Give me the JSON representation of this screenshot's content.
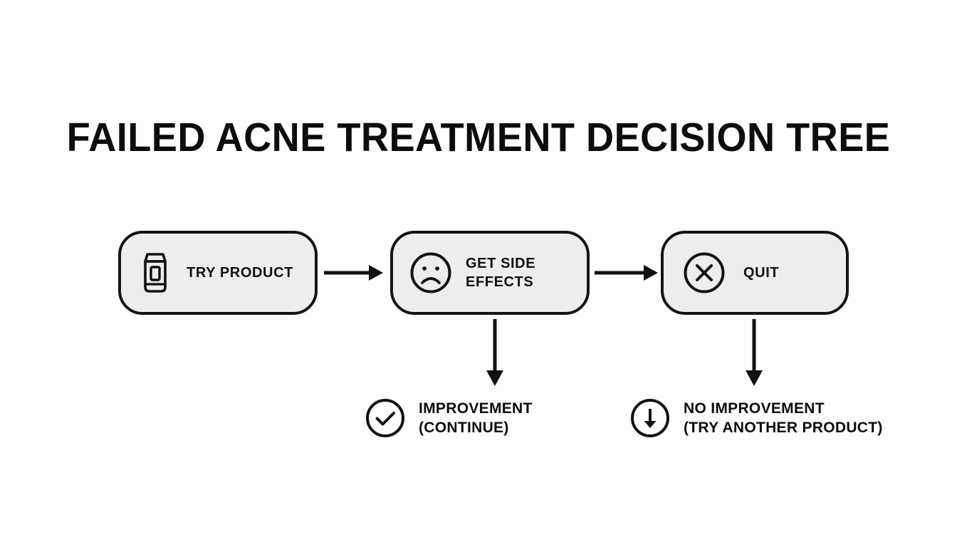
{
  "page": {
    "background_color": "#fdfdfd",
    "ink_color": "#111111",
    "box_fill_color": "#eceded",
    "box_border_color": "#141414"
  },
  "title": "FAILED ACNE TREATMENT DECISION TREE",
  "flow": {
    "nodes": [
      {
        "id": "try-product",
        "label": "TRY PRODUCT",
        "icon": "cream-tube-icon"
      },
      {
        "id": "side-effects",
        "label": "GET SIDE\nEFFECTS",
        "icon": "sad-face-icon"
      },
      {
        "id": "quit",
        "label": "QUIT",
        "icon": "x-circle-icon"
      }
    ],
    "connectors": [
      {
        "id": "arrow-try-to-side-effects",
        "direction": "right",
        "icon": "arrow-right-icon"
      },
      {
        "id": "arrow-side-effects-to-quit",
        "direction": "right",
        "icon": "arrow-right-icon"
      },
      {
        "id": "arrow-side-effects-to-improvement",
        "direction": "down",
        "icon": "arrow-down-icon"
      },
      {
        "id": "arrow-quit-to-no-improvement",
        "direction": "down",
        "icon": "arrow-down-icon"
      }
    ]
  },
  "outcomes": [
    {
      "id": "improvement",
      "label": "IMPROVEMENT\n(CONTINUE)",
      "icon": "check-circle-icon"
    },
    {
      "id": "no-improvement",
      "label": "NO IMPROVEMENT\n(TRY ANOTHER PRODUCT)",
      "icon": "arrow-down-circle-icon"
    }
  ]
}
